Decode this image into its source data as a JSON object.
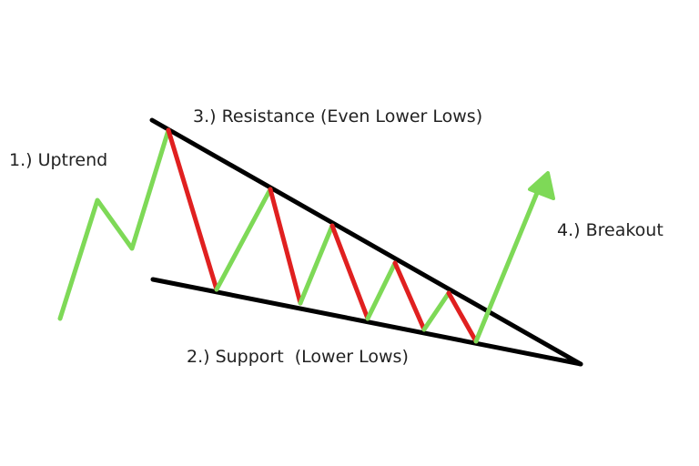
{
  "labels": {
    "uptrend": "1.) Uptrend",
    "support": "2.) Support  (Lower Lows)",
    "resistance": "3.) Resistance (Even Lower Lows)",
    "breakout": "4.) Breakout"
  },
  "colors": {
    "up": "#7ed957",
    "down": "#e02020",
    "trendline": "#000000",
    "text": "#222222"
  }
}
